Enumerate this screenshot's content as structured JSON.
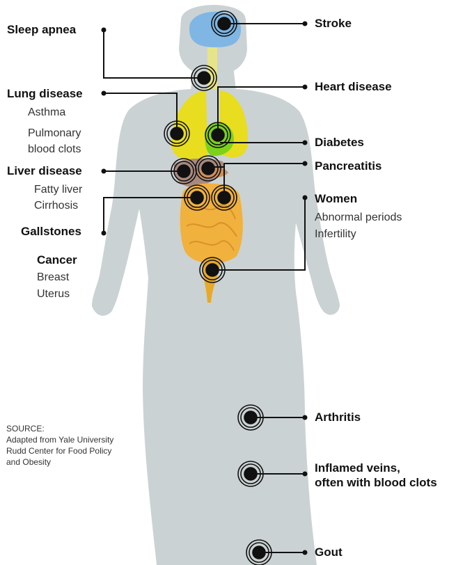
{
  "colors": {
    "body": "#cbd2d3",
    "brain": "#7fb6e4",
    "lungs": "#e8dd1e",
    "heart": "#7cd11b",
    "liver": "#a88a80",
    "intestines": "#f1b13d",
    "uterus": "#e7a929",
    "marker": "#111111",
    "leader": "#111111"
  },
  "labels": {
    "stroke": "Stroke",
    "sleep_apnea": "Sleep apnea",
    "heart_disease": "Heart disease",
    "lung_disease": "Lung disease",
    "asthma": "Asthma",
    "pulmonary_1": "Pulmonary",
    "pulmonary_2": "blood clots",
    "diabetes": "Diabetes",
    "liver_disease": "Liver disease",
    "pancreatitis": "Pancreatitis",
    "fatty_liver": "Fatty liver",
    "cirrhosis": "Cirrhosis",
    "women": "Women",
    "abnormal_periods": "Abnormal periods",
    "infertility": "Infertility",
    "gallstones": "Gallstones",
    "cancer": "Cancer",
    "breast": "Breast",
    "uterus": "Uterus",
    "arthritis": "Arthritis",
    "veins_1": "Inflamed veins,",
    "veins_2": "often with blood clots",
    "gout": "Gout"
  },
  "source": {
    "line1": "SOURCE:",
    "line2": "Adapted from Yale University",
    "line3": "Rudd Center for Food Policy",
    "line4": "and Obesity"
  }
}
